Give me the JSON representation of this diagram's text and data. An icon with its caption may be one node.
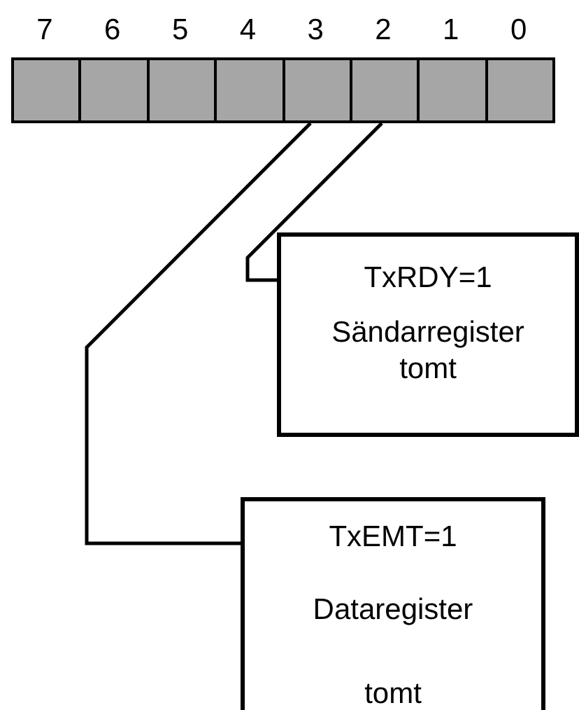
{
  "diagram": {
    "nodes": [
      {
        "text": [],
        "shape": "box",
        "beside": [
          "7"
        ]
      },
      {
        "text": [],
        "shape": "box",
        "beside": [
          "6"
        ]
      },
      {
        "text": [],
        "shape": "box",
        "beside": [
          "5"
        ]
      },
      {
        "text": [],
        "shape": "box",
        "beside": [
          "4"
        ]
      },
      {
        "text": [],
        "shape": "box",
        "beside": [
          "3"
        ]
      },
      {
        "text": [],
        "shape": "box",
        "beside": [
          "2"
        ]
      },
      {
        "text": [],
        "shape": "box",
        "beside": [
          "1"
        ]
      },
      {
        "text": [],
        "shape": "box",
        "beside": [
          "0"
        ]
      },
      {
        "text": [
          "TxRDY=1",
          "Sändarregister tomt"
        ]
      },
      {
        "text": [
          "TxEMT=1",
          "Dataregister tomt"
        ]
      }
    ],
    "edges": [
      {
        "from": 5,
        "to": 8,
        "arrow": "none"
      },
      {
        "from": 4,
        "to": 9,
        "arrow": "none"
      }
    ]
  }
}
